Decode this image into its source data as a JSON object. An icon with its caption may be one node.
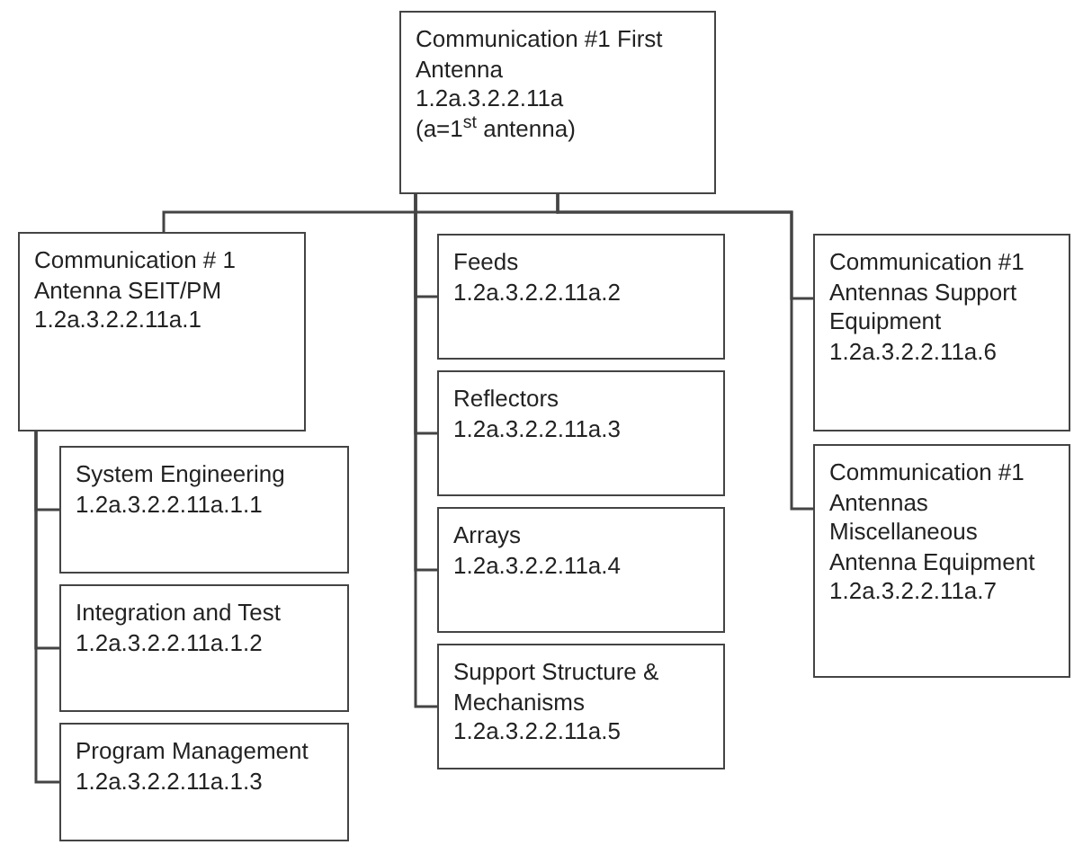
{
  "diagram": {
    "nodes": [
      {
        "text": [
          "Communication #1 First Antenna",
          "1.2a.3.2.2.11a",
          "(a=1$^{st}$ antenna)"
        ]
      },
      {
        "text": [
          "Communication # 1 Antenna SEIT/PM",
          "1.2a.3.2.2.11a.1"
        ]
      },
      {
        "text": [
          "System Engineering",
          "1.2a.3.2.2.11a.1.1"
        ]
      },
      {
        "text": [
          "Integration and Test",
          "1.2a.3.2.2.11a.1.2"
        ]
      },
      {
        "text": [
          "Program Management",
          "1.2a.3.2.2.11a.1.3"
        ]
      },
      {
        "text": [
          "Feeds",
          "1.2a.3.2.2.11a.2"
        ]
      },
      {
        "text": [
          "Reflectors",
          "1.2a.3.2.2.11a.3"
        ]
      },
      {
        "text": [
          "Arrays",
          "1.2a.3.2.2.11a.4"
        ]
      },
      {
        "text": [
          "Support Structure & Mechanisms",
          "1.2a.3.2.2.11a.5"
        ]
      },
      {
        "text": [
          "Communication #1 Antennas Support Equipment",
          "1.2a.3.2.2.11a.6"
        ]
      },
      {
        "text": [
          "Communication #1 Antennas Miscellaneous Antenna Equipment",
          "1.2a.3.2.2.11a.7"
        ]
      }
    ],
    "edges": [
      {
        "from": 0,
        "to": 1,
        "arrow": "none"
      },
      {
        "from": 1,
        "to": 2,
        "arrow": "none"
      },
      {
        "from": 1,
        "to": 3,
        "arrow": "none"
      },
      {
        "from": 1,
        "to": 4,
        "arrow": "none"
      },
      {
        "from": 0,
        "to": 5,
        "arrow": "none"
      },
      {
        "from": 0,
        "to": 6,
        "arrow": "none"
      },
      {
        "from": 0,
        "to": 7,
        "arrow": "none"
      },
      {
        "from": 0,
        "to": 8,
        "arrow": "none"
      },
      {
        "from": 0,
        "to": 9,
        "arrow": "none"
      },
      {
        "from": 0,
        "to": 10,
        "arrow": "none"
      }
    ]
  }
}
